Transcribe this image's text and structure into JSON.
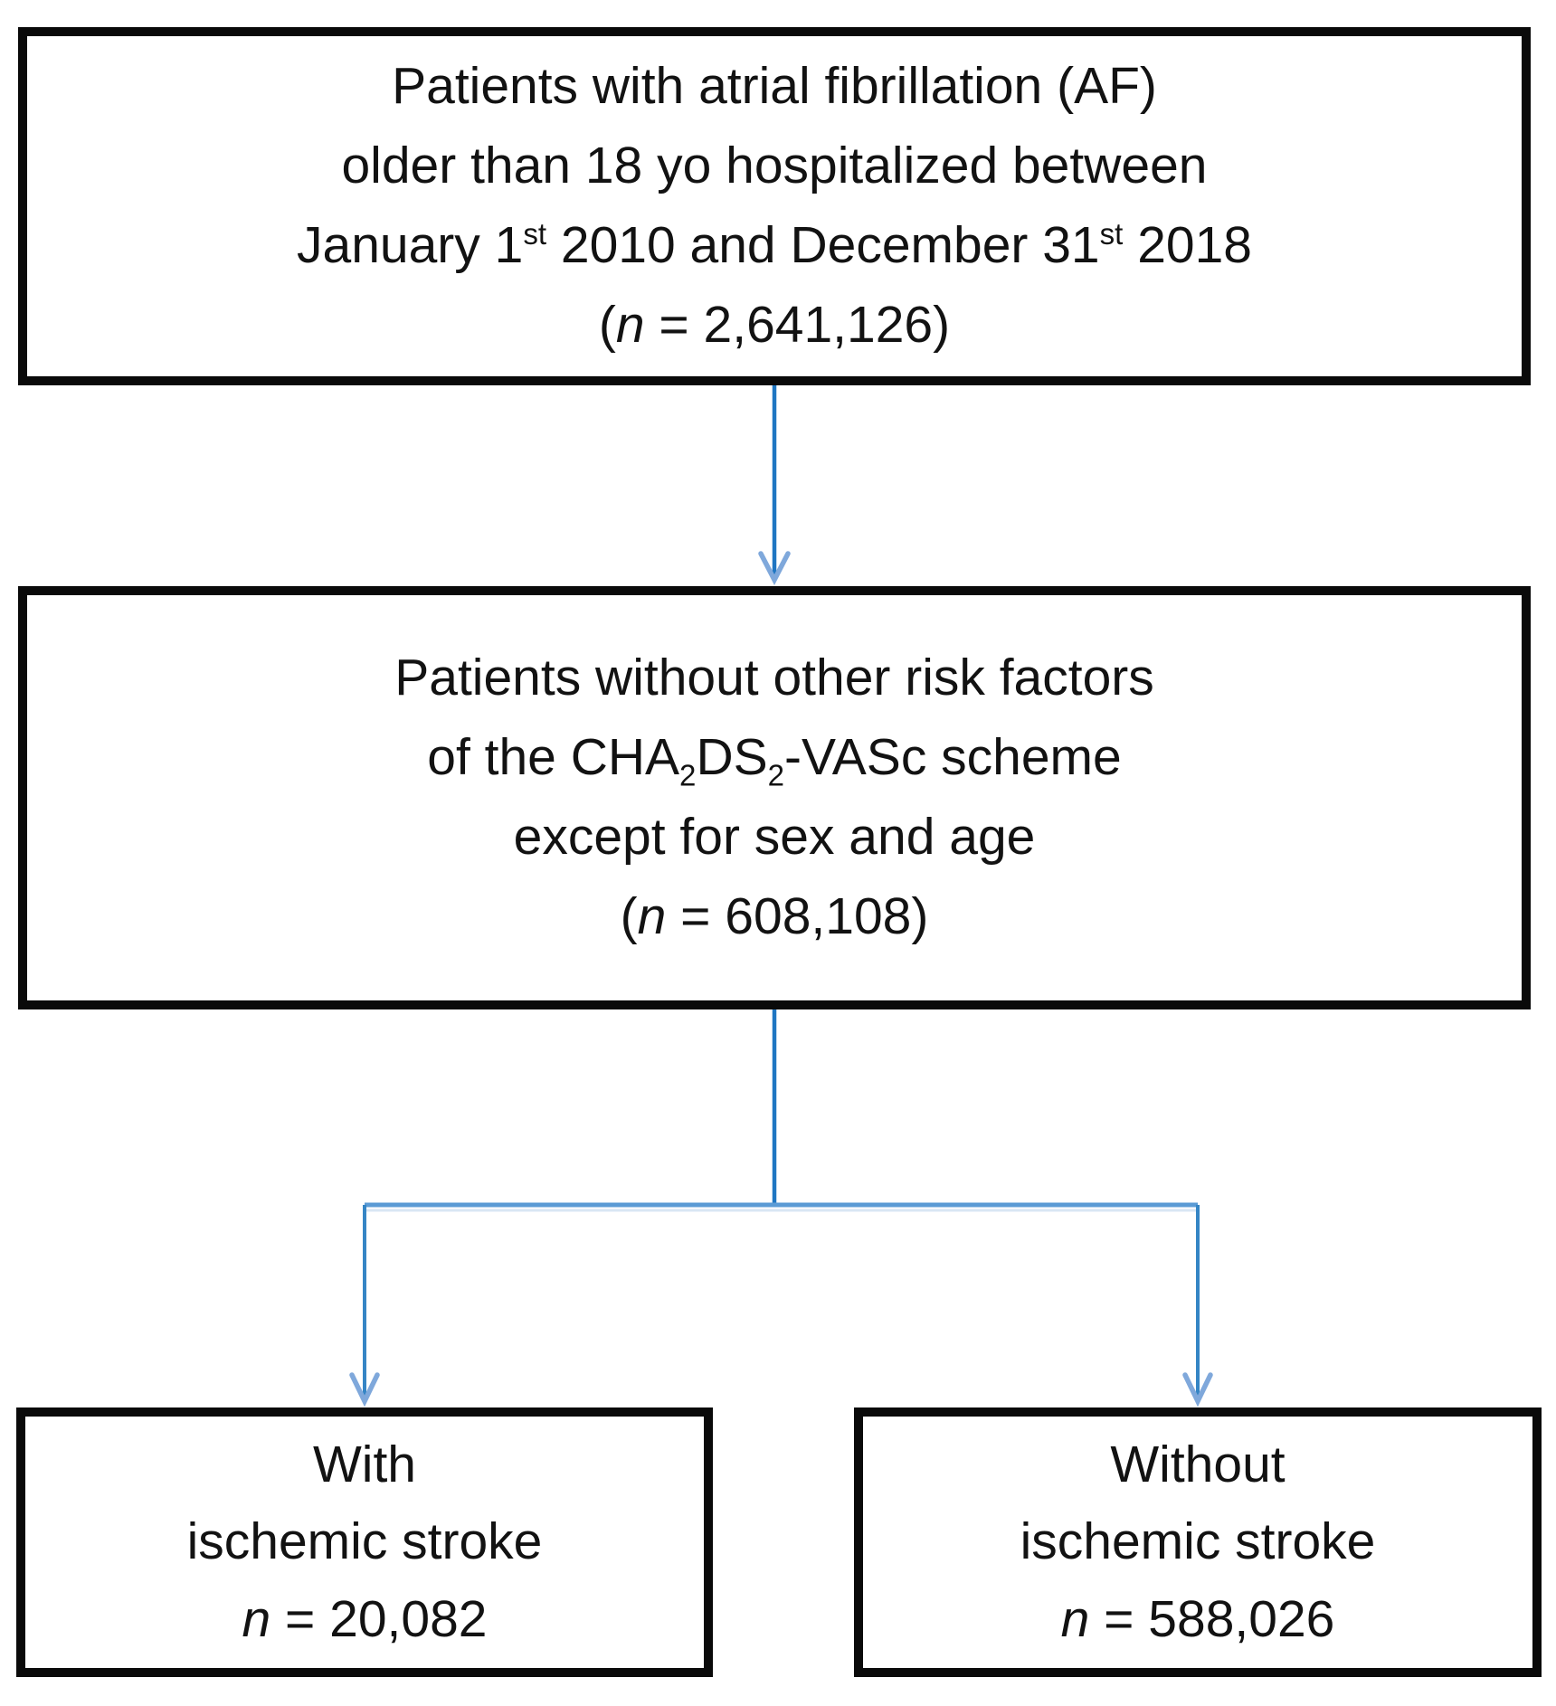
{
  "figure": {
    "type": "flowchart",
    "colors": {
      "bg": "#ffffff",
      "box_border": "#0a0a0a",
      "text": "#121212",
      "arrow_shaft": "#1f76c2",
      "arrow_vertical": "#3585c5",
      "arrow_branch": "#5b9bd5",
      "branch_halo": "#d9e6f4",
      "arrow_head": "#7fa8db"
    },
    "nodes": {
      "top": {
        "lines": [
          [
            {
              "t": "Patients with atrial fibrillation (AF)"
            }
          ],
          [
            {
              "t": "older than 18 yo hospitalized between"
            }
          ],
          [
            {
              "t": "January 1"
            },
            {
              "t": "st",
              "s": "sup"
            },
            {
              "t": " 2010 and December 31"
            },
            {
              "t": "st",
              "s": "sup"
            },
            {
              "t": " 2018"
            }
          ],
          [
            {
              "t": "("
            },
            {
              "t": "n",
              "s": "italic"
            },
            {
              "t": " = 2,641,126)"
            }
          ]
        ]
      },
      "mid": {
        "lines": [
          [
            {
              "t": "Patients without other risk factors"
            }
          ],
          [
            {
              "t": "of the CHA"
            },
            {
              "t": "2",
              "s": "sub"
            },
            {
              "t": "DS"
            },
            {
              "t": "2",
              "s": "sub"
            },
            {
              "t": "-VASc scheme"
            }
          ],
          [
            {
              "t": "except for sex and age"
            }
          ],
          [
            {
              "t": "("
            },
            {
              "t": "n",
              "s": "italic"
            },
            {
              "t": " = 608,108)"
            }
          ]
        ]
      },
      "left": {
        "lines": [
          [
            {
              "t": "With"
            }
          ],
          [
            {
              "t": "ischemic stroke"
            }
          ],
          [
            {
              "t": "n",
              "s": "italic"
            },
            {
              "t": " = 20,082"
            }
          ]
        ]
      },
      "right": {
        "lines": [
          [
            {
              "t": "Without"
            }
          ],
          [
            {
              "t": "ischemic stroke"
            }
          ],
          [
            {
              "t": "n",
              "s": "italic"
            },
            {
              "t": " = 588,026"
            }
          ]
        ]
      }
    }
  }
}
